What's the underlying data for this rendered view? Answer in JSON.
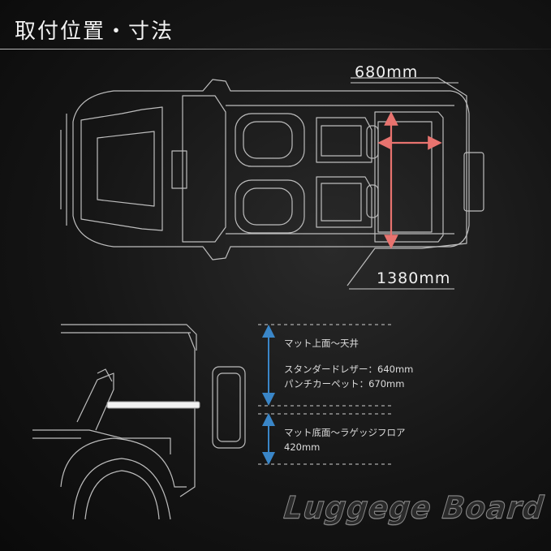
{
  "header": {
    "title": "取付位置・寸法"
  },
  "dimensions": {
    "width_label": "680mm",
    "length_label": "1380mm"
  },
  "side_view": {
    "upper_label": "マット上面〜天井",
    "upper_values": [
      "スタンダードレザー：640mm",
      "パンチカーペット：670mm"
    ],
    "lower_label": "マット底面〜ラゲッジフロア",
    "lower_value": "420mm"
  },
  "brand": {
    "text": "Luggege Board"
  },
  "colors": {
    "arrow_red": "#e8736f",
    "arrow_blue": "#3a86c8",
    "line": "#bdbdbd"
  }
}
